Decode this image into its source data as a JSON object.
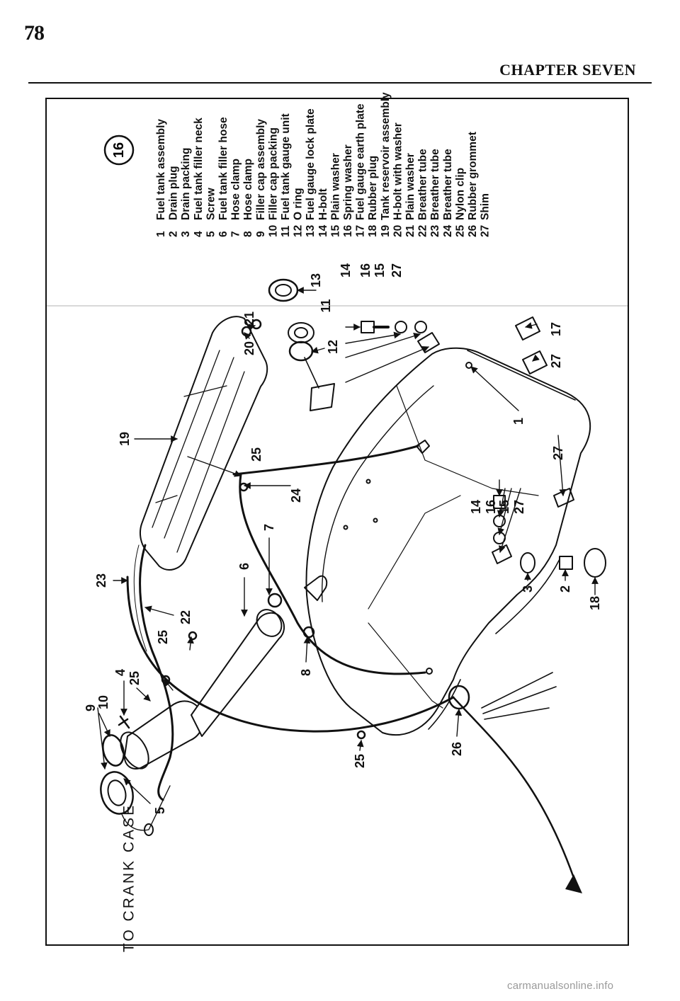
{
  "header": {
    "page_number": "78",
    "chapter_title": "CHAPTER SEVEN"
  },
  "figure": {
    "number": "16",
    "direction_label": "TO CRANK CASE",
    "legend": [
      {
        "num": "1",
        "text": "Fuel tank assembly"
      },
      {
        "num": "2",
        "text": "Drain plug"
      },
      {
        "num": "3",
        "text": "Drain packing"
      },
      {
        "num": "4",
        "text": "Fuel tank filler neck"
      },
      {
        "num": "5",
        "text": "Screw"
      },
      {
        "num": "6",
        "text": "Fuel tank filler hose"
      },
      {
        "num": "7",
        "text": "Hose clamp"
      },
      {
        "num": "8",
        "text": "Hose clamp"
      },
      {
        "num": "9",
        "text": "Filler cap assembly"
      },
      {
        "num": "10",
        "text": "Filler cap packing"
      },
      {
        "num": "11",
        "text": "Fuel tank gauge unit"
      },
      {
        "num": "12",
        "text": "O ring"
      },
      {
        "num": "13",
        "text": "Fuel gauge lock plate"
      },
      {
        "num": "14",
        "text": "H-bolt"
      },
      {
        "num": "15",
        "text": "Plain washer"
      },
      {
        "num": "16",
        "text": "Spring washer"
      },
      {
        "num": "17",
        "text": "Fuel gauge earth plate"
      },
      {
        "num": "18",
        "text": "Rubber plug"
      },
      {
        "num": "19",
        "text": "Tank reservoir assembly"
      },
      {
        "num": "20",
        "text": "H-bolt with washer"
      },
      {
        "num": "21",
        "text": "Plain washer"
      },
      {
        "num": "22",
        "text": "Breather tube"
      },
      {
        "num": "23",
        "text": "Breather tube"
      },
      {
        "num": "24",
        "text": "Breather tube"
      },
      {
        "num": "25",
        "text": "Nylon clip"
      },
      {
        "num": "26",
        "text": "Rubber grommet"
      },
      {
        "num": "27",
        "text": "Shim"
      }
    ],
    "callouts": {
      "c1": "1",
      "c2": "2",
      "c3": "3",
      "c4": "4",
      "c5": "5",
      "c6": "6",
      "c7": "7",
      "c8": "8",
      "c9": "9",
      "c10": "10",
      "c11": "11",
      "c12": "12",
      "c13": "13",
      "c14a": "14",
      "c14b": "14",
      "c15a": "15",
      "c15b": "15",
      "c16a": "16",
      "c16b": "16",
      "c17": "17",
      "c18": "18",
      "c19": "19",
      "c20": "20",
      "c21": "21",
      "c22": "22",
      "c23": "23",
      "c24": "24",
      "c25a": "25",
      "c25b": "25",
      "c25c": "25",
      "c25d": "25",
      "c26": "26",
      "c27a": "27",
      "c27b": "27",
      "c27c": "27",
      "c27d": "27"
    }
  },
  "footer": {
    "watermark": "carmanualsonline.info"
  }
}
